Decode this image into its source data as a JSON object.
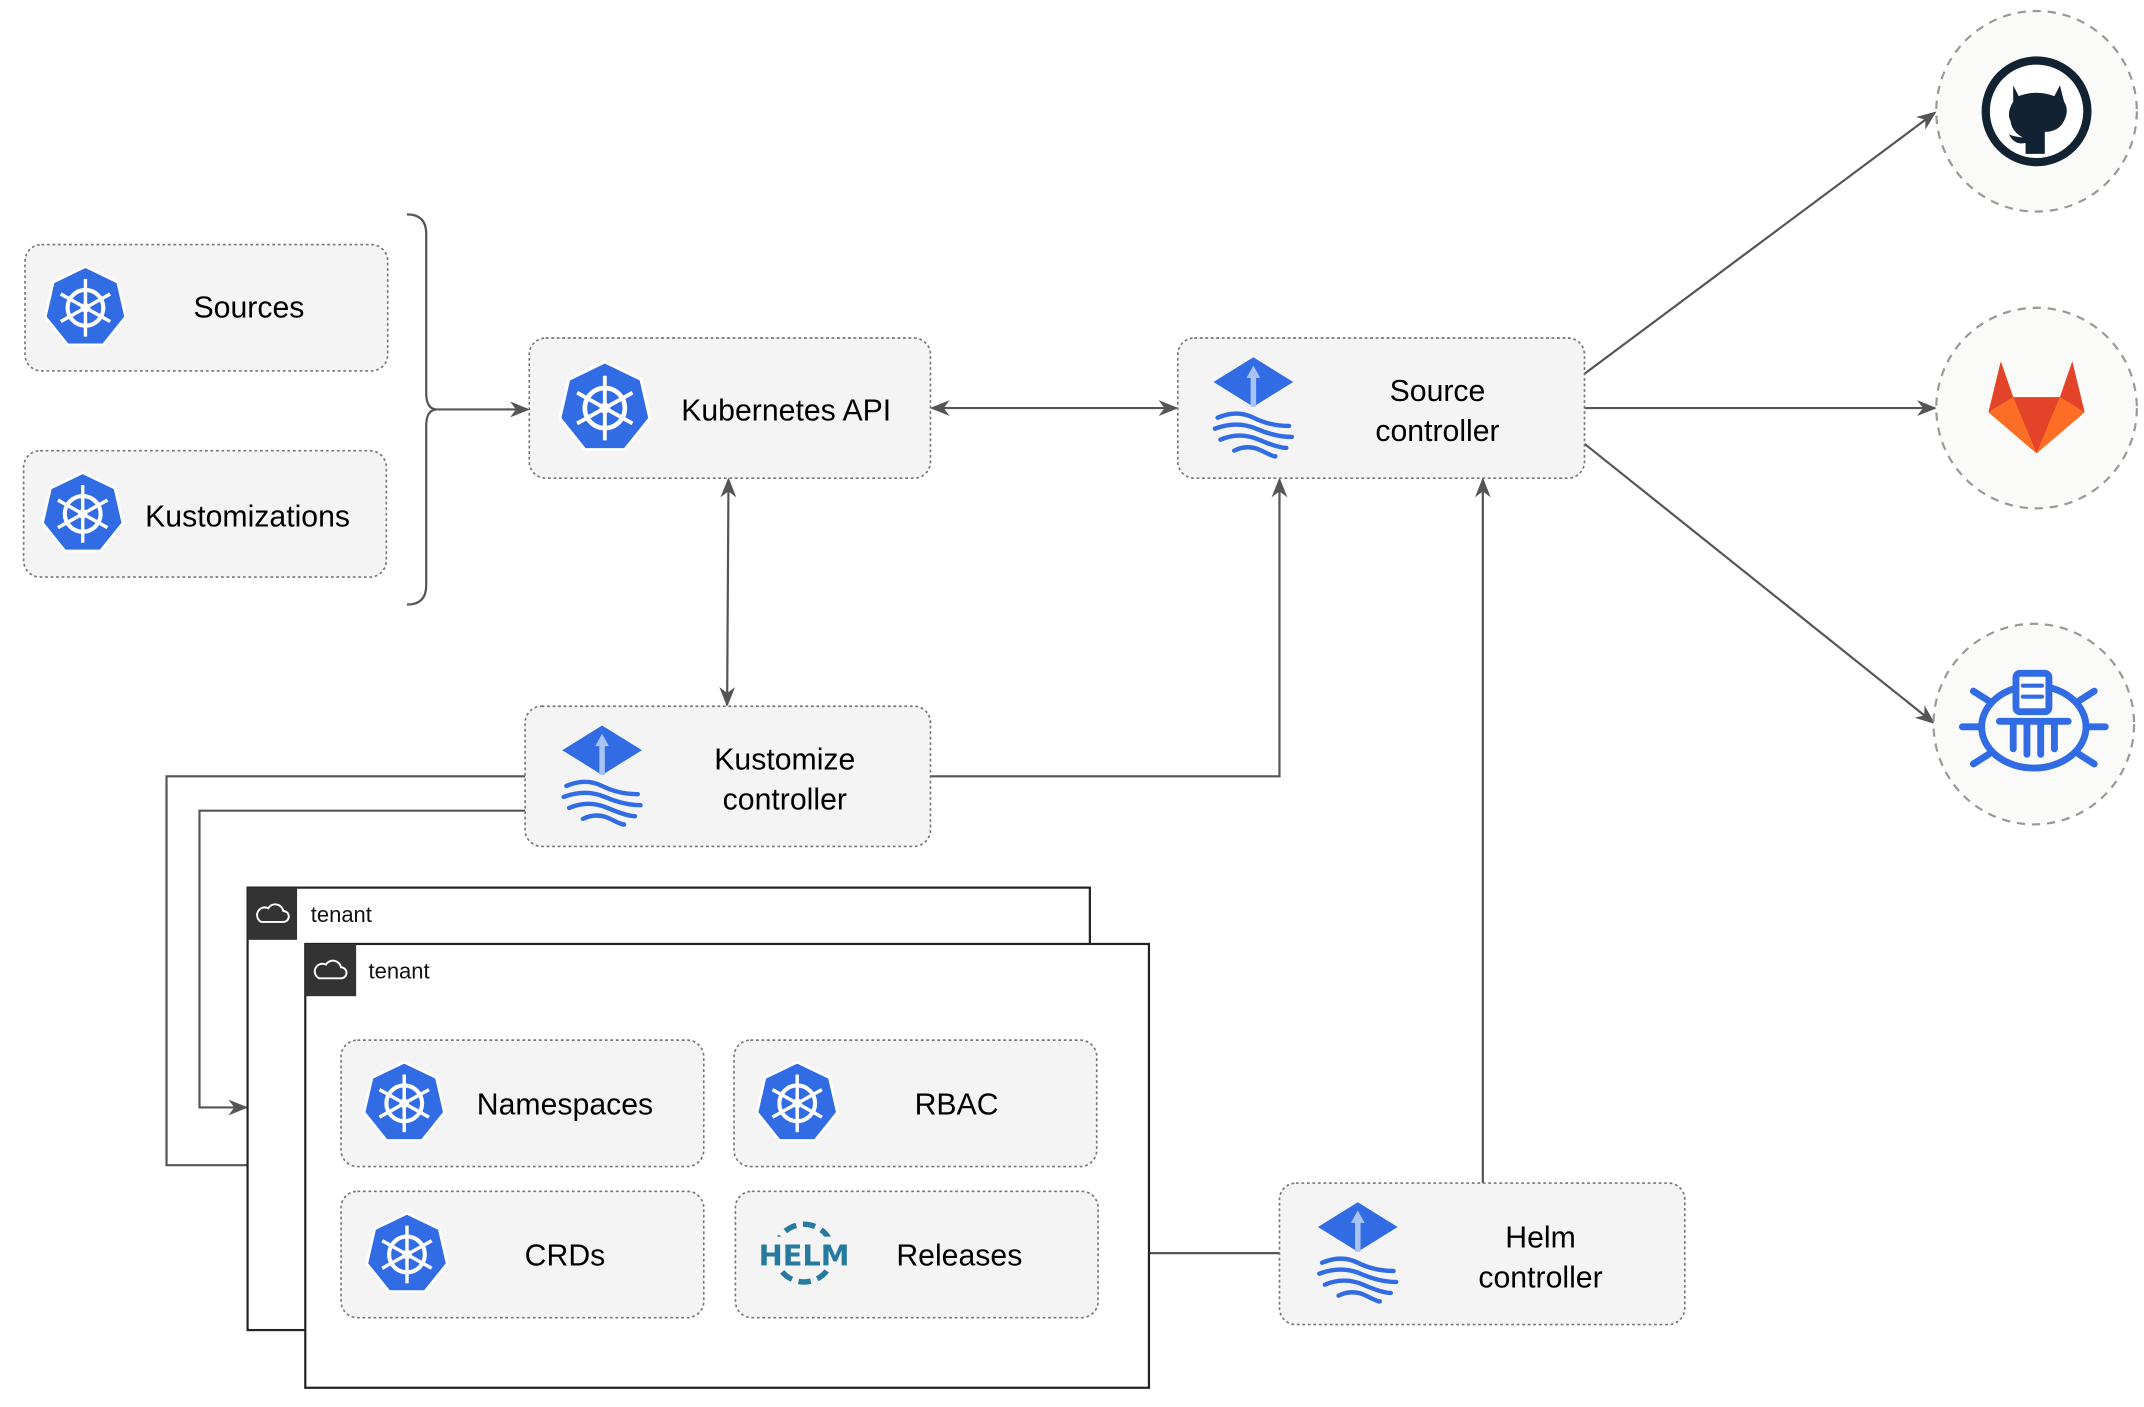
{
  "nodes": {
    "sources": "Sources",
    "kustomizations": "Kustomizations",
    "kubernetes_api": "Kubernetes API",
    "source_controller": [
      "Source",
      "controller"
    ],
    "kustomize_controller": [
      "Kustomize",
      "controller"
    ],
    "helm_controller": [
      "Helm",
      "controller"
    ],
    "namespaces": "Namespaces",
    "rbac": "RBAC",
    "crds": "CRDs",
    "releases": "Releases",
    "helm_logo_text": "HELM"
  },
  "tenants": [
    {
      "label": "tenant"
    },
    {
      "label": "tenant"
    }
  ],
  "external_sources": [
    {
      "icon": "github-icon"
    },
    {
      "icon": "gitlab-icon"
    },
    {
      "icon": "bucket-icon"
    }
  ],
  "colors": {
    "kubernetes_blue": "#326ce5",
    "edge": "#555555",
    "box_fill": "#f4f4f4",
    "github": "#112233",
    "gitlab_orange": "#e24329",
    "gitlab_yellow": "#fca326",
    "helm": "#277a9f"
  }
}
